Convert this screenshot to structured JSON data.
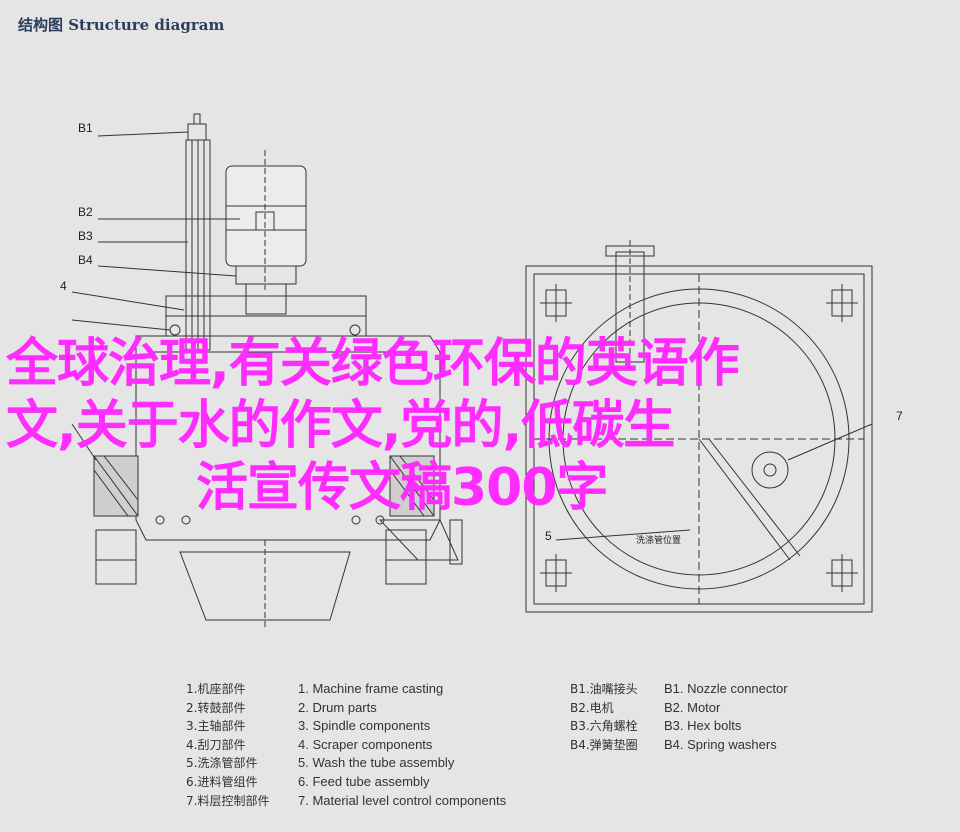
{
  "header": {
    "title": "结构图 Structure diagram"
  },
  "callouts": {
    "b1": "B1",
    "b2": "B2",
    "b3": "B3",
    "b4": "B4",
    "c4": "4",
    "c5": "5",
    "c7": "7",
    "c5_label": "洗涤管位置"
  },
  "overlay": {
    "line1": "全球治理,有关绿色环保的英语作",
    "line2": "文,关于水的作文,党的,低碳生",
    "line3": "活宣传文稿300字"
  },
  "legend": {
    "parts_zh": [
      "1.机座部件",
      "2.转鼓部件",
      "3.主轴部件",
      "4.刮刀部件",
      "5.洗涤管部件",
      "6.进料管组件",
      "7.料层控制部件"
    ],
    "parts_en": [
      "1. Machine frame casting",
      "2. Drum parts",
      "3. Spindle components",
      "4. Scraper components",
      "5. Wash the tube assembly",
      "6. Feed tube assembly",
      "7. Material level control components"
    ],
    "fittings_zh": [
      "B1.油嘴接头",
      "B2.电机",
      "B3.六角螺栓",
      "B4.弹簧垫圈"
    ],
    "fittings_en": [
      "B1. Nozzle connector",
      "B2. Motor",
      "B3. Hex bolts",
      "B4. Spring washers"
    ]
  }
}
